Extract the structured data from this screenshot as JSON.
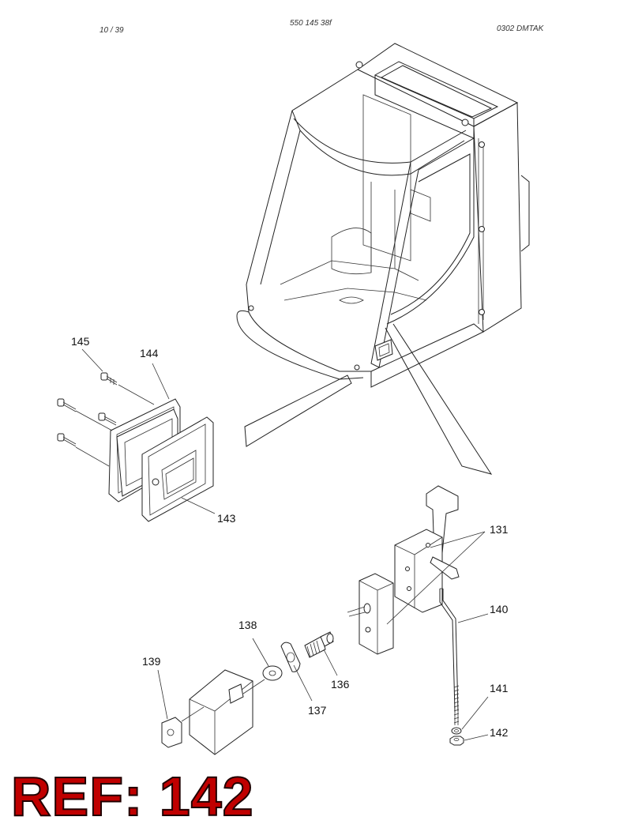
{
  "header": {
    "page": "10 / 39",
    "doc_code": "550 145 38f",
    "date_code": "0302   DMTAK"
  },
  "callouts": {
    "c131": "131",
    "c136": "136",
    "c137": "137",
    "c138": "138",
    "c139": "139",
    "c140": "140",
    "c141": "141",
    "c142": "142",
    "c143": "143",
    "c144": "144",
    "c145": "145"
  },
  "ref_banner": "REF: 142"
}
